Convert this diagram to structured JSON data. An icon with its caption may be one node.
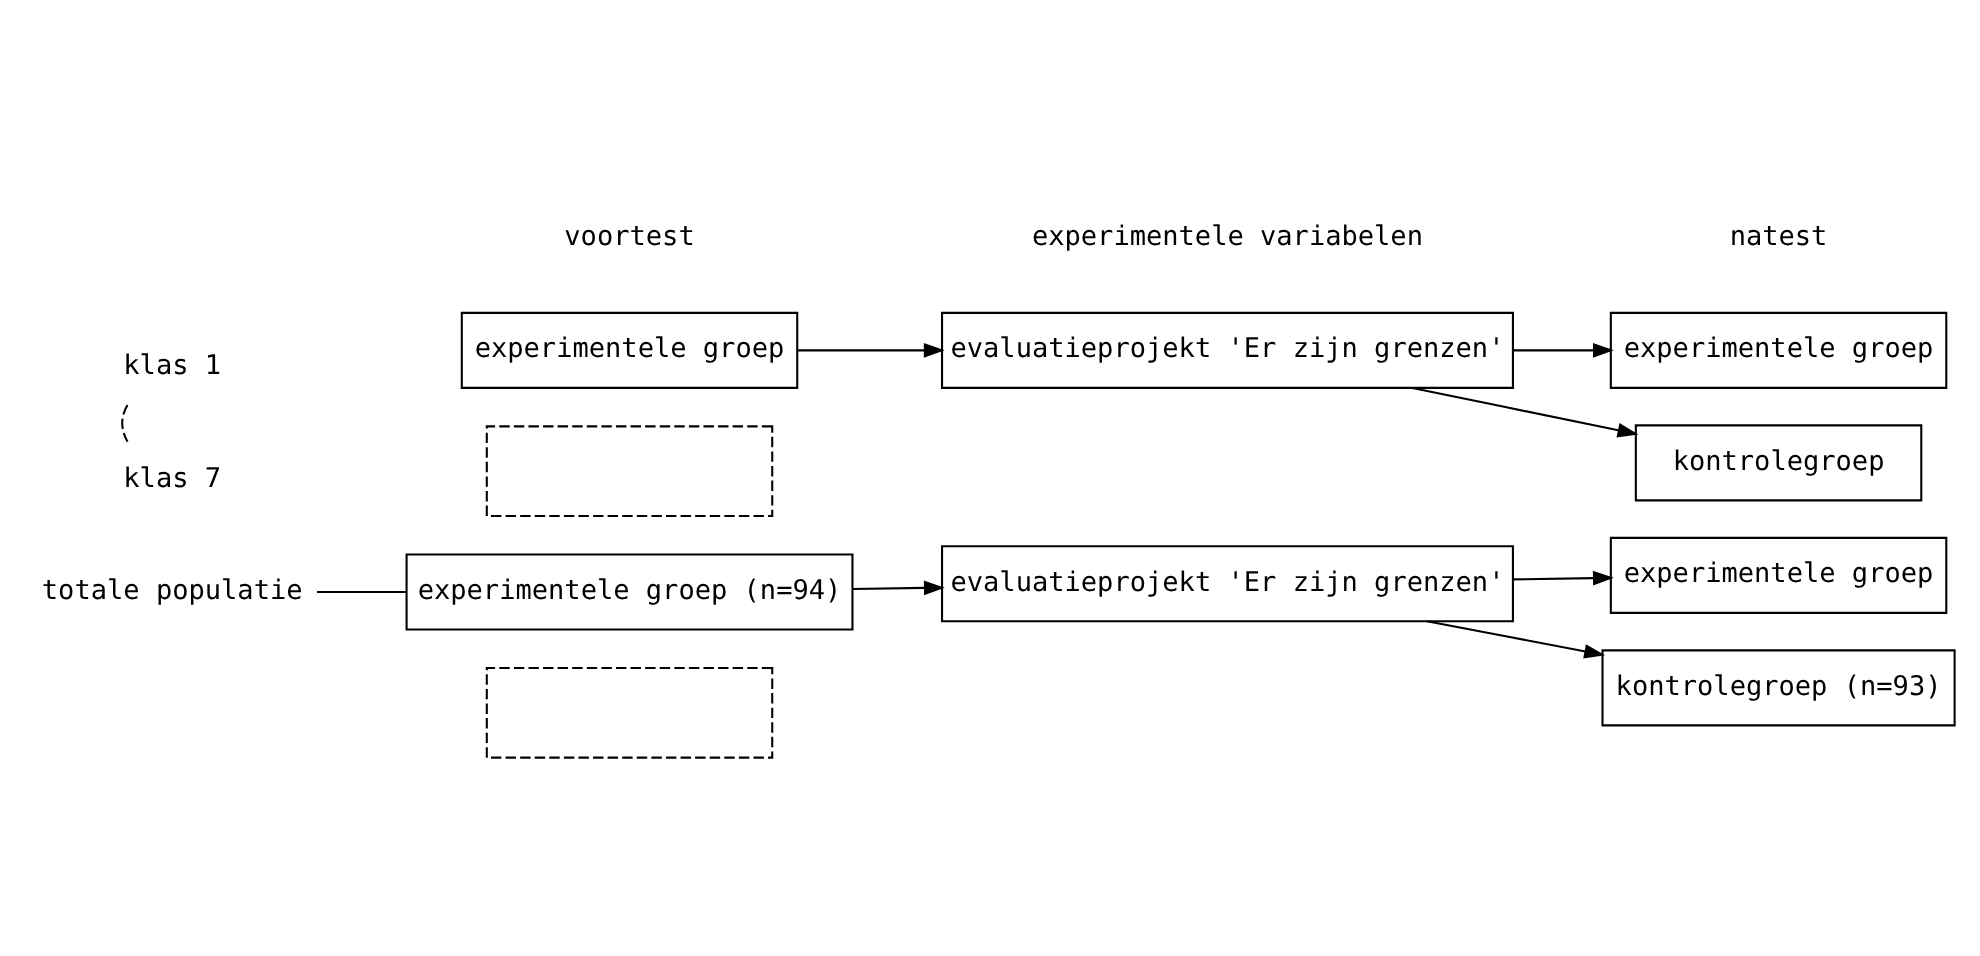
{
  "diagram": {
    "nodes": [
      {
        "text": [
          "klas 1"
        ]
      },
      {
        "text": [
          "klas 7"
        ]
      },
      {
        "text": [
          "experimentele groep"
        ]
      },
      {
        "text": [],
        "shape": "box"
      },
      {
        "text": [
          "evaluatieprojekt 'Er zijn grenzen'"
        ]
      },
      {
        "text": [
          "experimentele groep"
        ]
      },
      {
        "text": [
          "kontrolegroep"
        ]
      },
      {
        "text": [
          "totale populatie"
        ]
      },
      {
        "text": [
          "experimentele groep (n=94)"
        ]
      },
      {
        "text": [],
        "shape": "box"
      },
      {
        "text": [
          "evaluatieprojekt 'Er zijn grenzen'"
        ]
      },
      {
        "text": [
          "experimentele groep"
        ]
      },
      {
        "text": [
          "kontrolegroep (n=93)"
        ]
      }
    ],
    "edges": [
      {
        "from": 0,
        "to": 1,
        "arrow": "none",
        "style": "dashed"
      },
      {
        "from": 2,
        "to": 4,
        "arrow": "to"
      },
      {
        "from": 4,
        "to": 5,
        "arrow": "to"
      },
      {
        "from": 4,
        "to": 6,
        "arrow": "to"
      },
      {
        "from": 7,
        "to": 8,
        "arrow": "none"
      },
      {
        "from": 8,
        "to": 10,
        "arrow": "to"
      },
      {
        "from": 10,
        "to": 11,
        "arrow": "to"
      },
      {
        "from": 10,
        "to": 12,
        "arrow": "to"
      }
    ],
    "labels": [
      "voortest",
      "experimentele variabelen",
      "natest"
    ]
  }
}
